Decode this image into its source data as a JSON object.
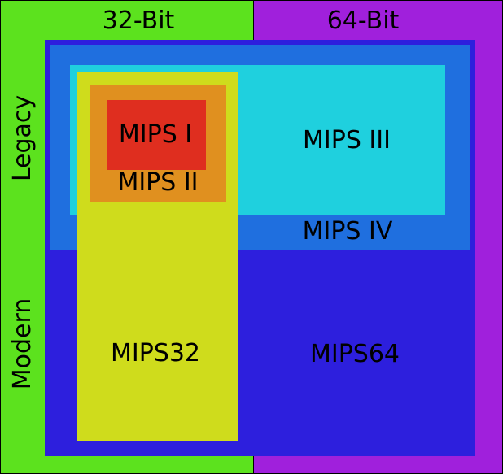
{
  "columns": {
    "left": {
      "label": "32-Bit",
      "color": "#5ce21e"
    },
    "right": {
      "label": "64-Bit",
      "color": "#a020dc"
    }
  },
  "rows": {
    "top": {
      "label": "Legacy"
    },
    "bottom": {
      "label": "Modern"
    }
  },
  "regions": {
    "mips64": {
      "label": "MIPS64",
      "color": "#2d1fdd"
    },
    "mips4": {
      "label": "MIPS IV",
      "color": "#1f6fdf"
    },
    "mips3": {
      "label": "MIPS III",
      "color": "#1fd0de"
    },
    "mips32": {
      "label": "MIPS32",
      "color": "#cfdc1c"
    },
    "mips2": {
      "label": "MIPS II",
      "color": "#e0901f"
    },
    "mips1": {
      "label": "MIPS I",
      "color": "#df2e1f"
    }
  }
}
